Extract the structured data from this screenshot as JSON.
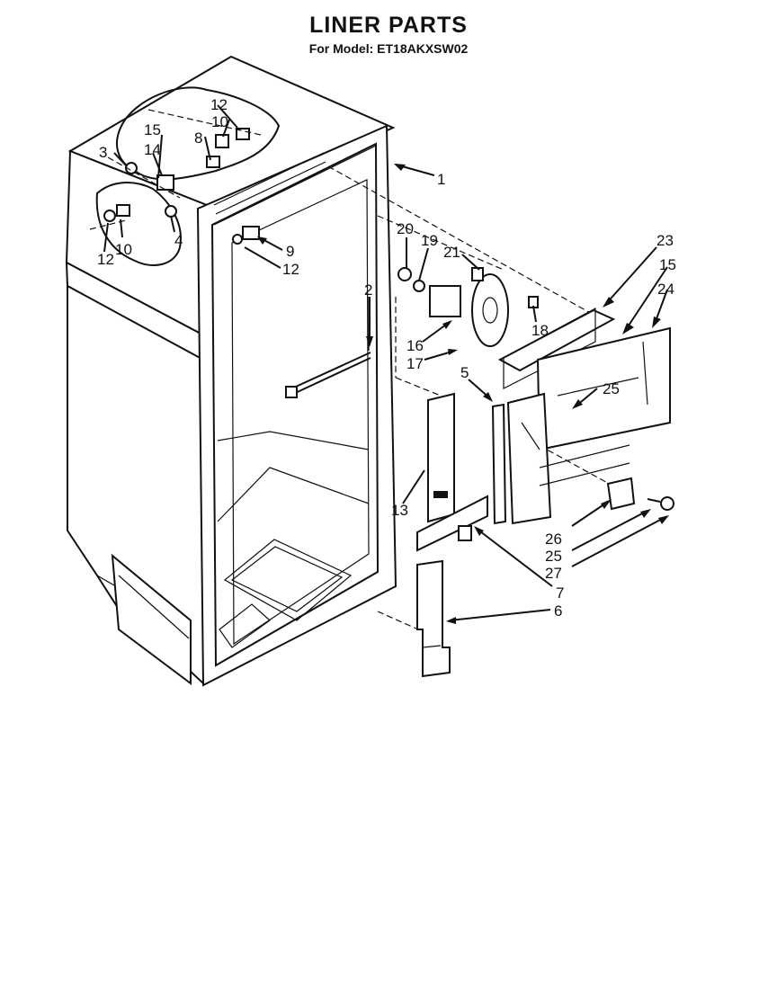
{
  "title": "LINER PARTS",
  "subtitle": "For Model: ET18AKXSW02",
  "callouts": [
    {
      "id": "c12a",
      "text": "12"
    },
    {
      "id": "c15a",
      "text": "15"
    },
    {
      "id": "c10a",
      "text": "10"
    },
    {
      "id": "c3",
      "text": "3"
    },
    {
      "id": "c14",
      "text": "14"
    },
    {
      "id": "c8",
      "text": "8"
    },
    {
      "id": "c12b",
      "text": "12"
    },
    {
      "id": "c10b",
      "text": "10"
    },
    {
      "id": "c4",
      "text": "4"
    },
    {
      "id": "c9",
      "text": "9"
    },
    {
      "id": "c12c",
      "text": "12"
    },
    {
      "id": "c1",
      "text": "1"
    },
    {
      "id": "c20",
      "text": "20"
    },
    {
      "id": "c19",
      "text": "19"
    },
    {
      "id": "c21",
      "text": "21"
    },
    {
      "id": "c23",
      "text": "23"
    },
    {
      "id": "c15b",
      "text": "15"
    },
    {
      "id": "c24",
      "text": "24"
    },
    {
      "id": "c2",
      "text": "2"
    },
    {
      "id": "c18",
      "text": "18"
    },
    {
      "id": "c16",
      "text": "16"
    },
    {
      "id": "c17",
      "text": "17"
    },
    {
      "id": "c5",
      "text": "5"
    },
    {
      "id": "c25a",
      "text": "25"
    },
    {
      "id": "c13",
      "text": "13"
    },
    {
      "id": "c26",
      "text": "26"
    },
    {
      "id": "c25b",
      "text": "25"
    },
    {
      "id": "c27",
      "text": "27"
    },
    {
      "id": "c7",
      "text": "7"
    },
    {
      "id": "c6",
      "text": "6"
    }
  ]
}
